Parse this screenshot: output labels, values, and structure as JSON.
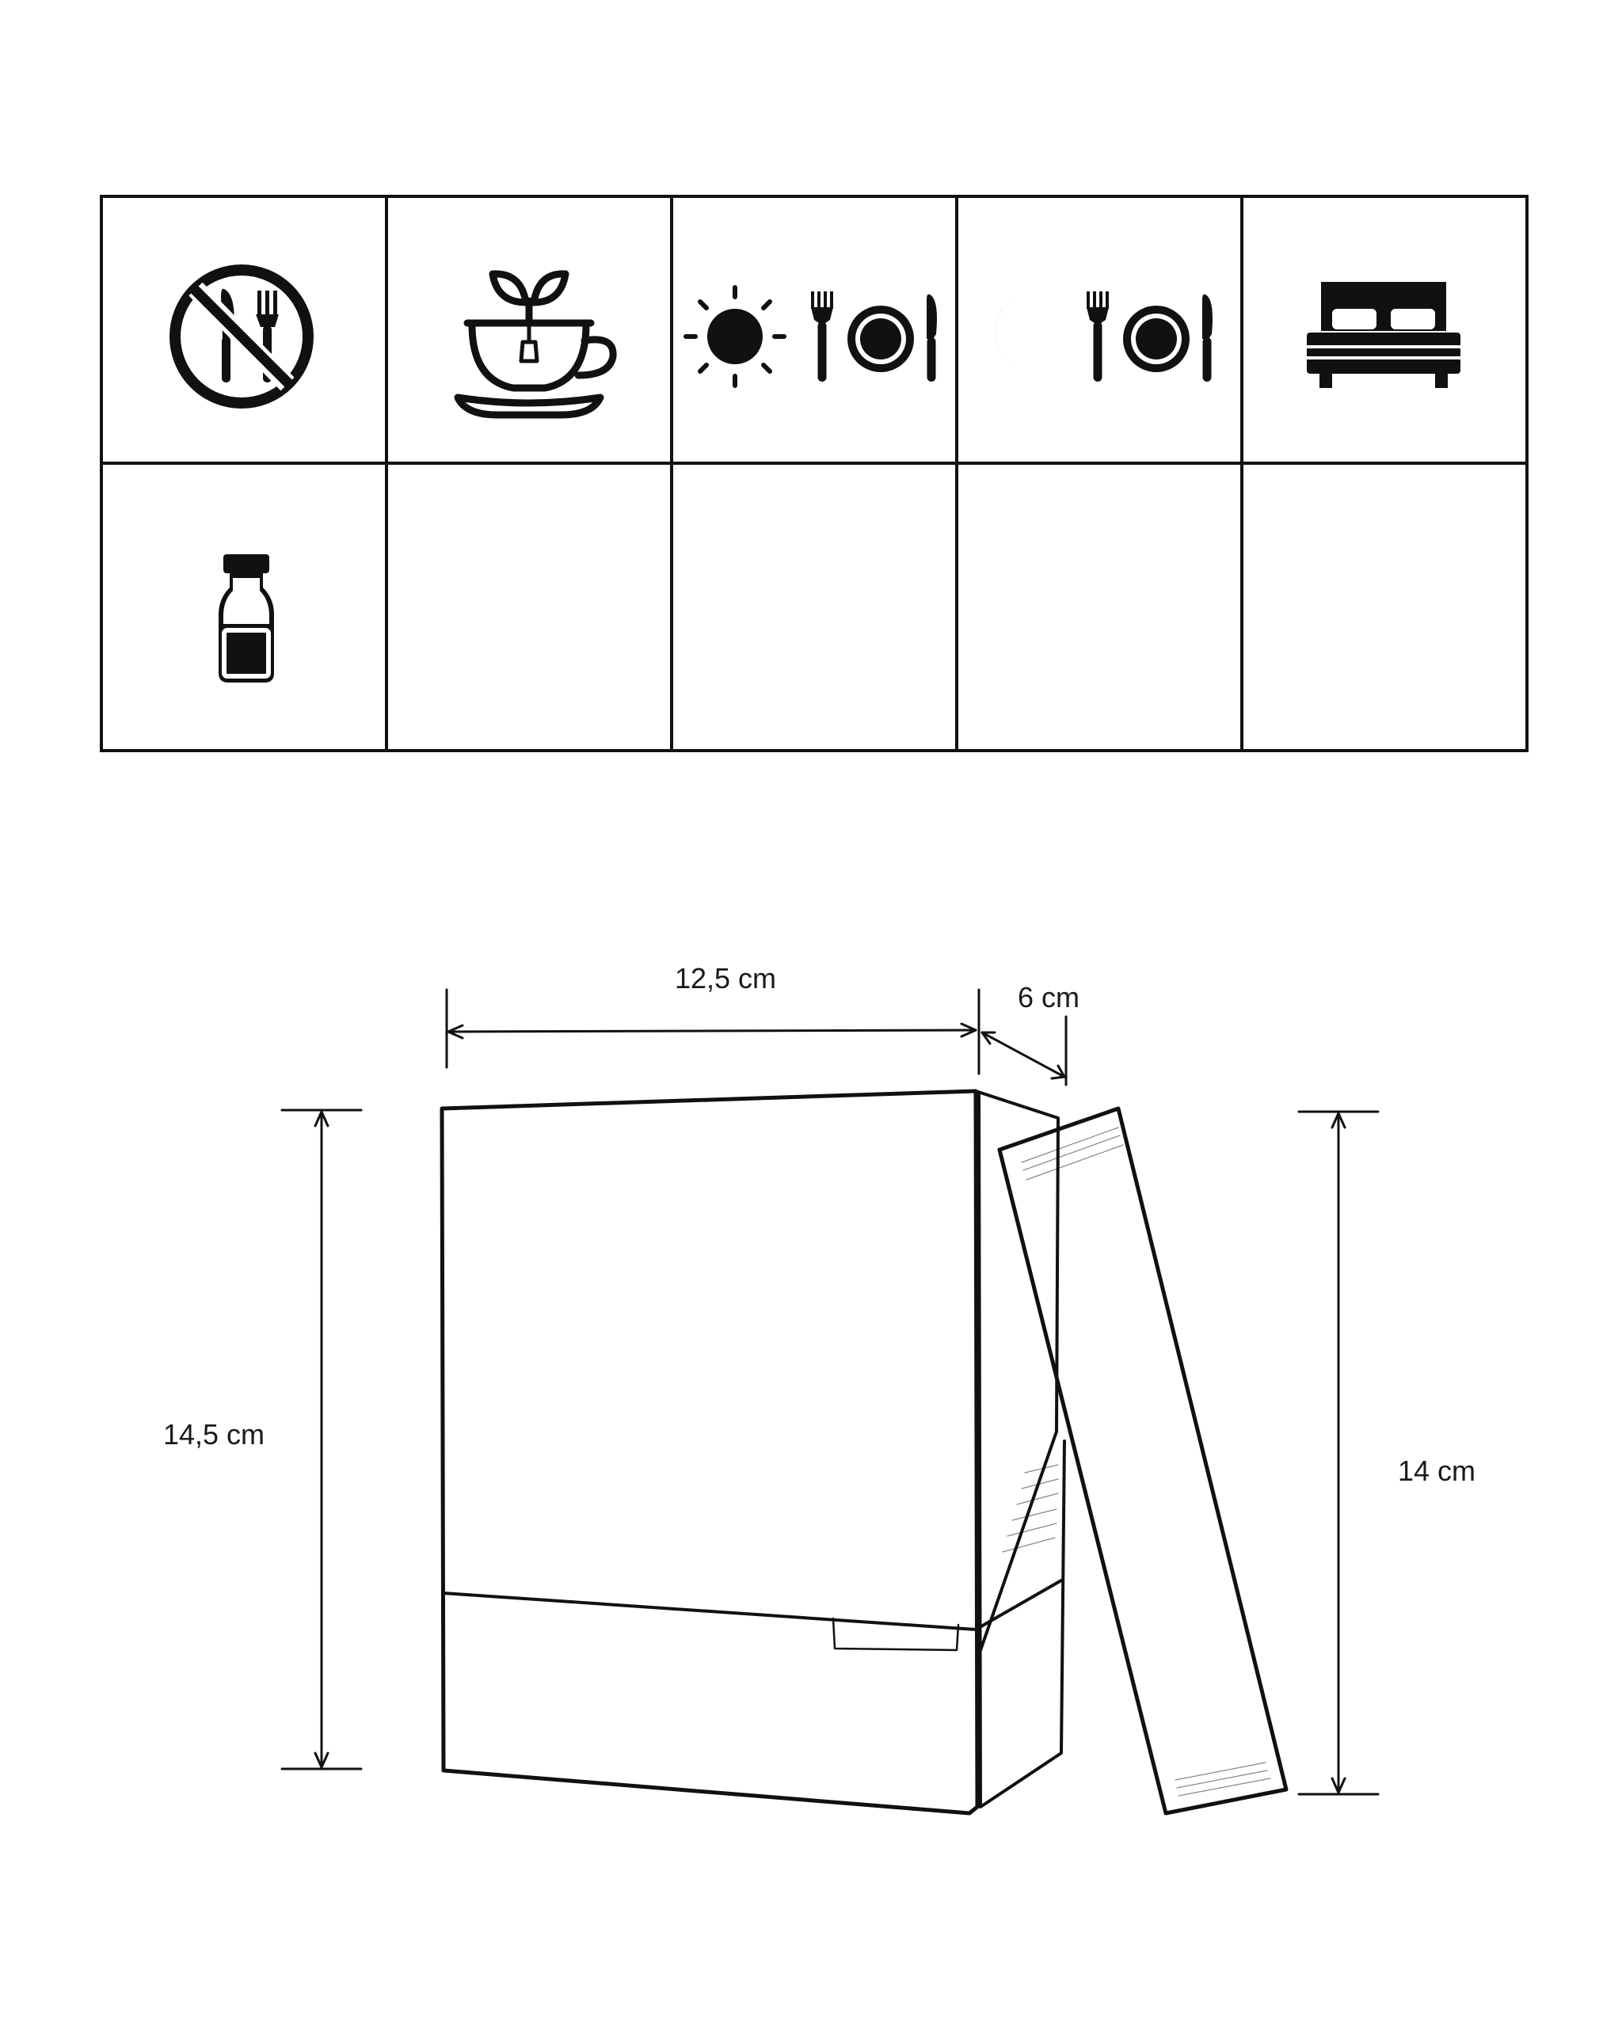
{
  "grid": {
    "rows": 2,
    "cols": 5,
    "cells": [
      {
        "icon": "no-eating-icon"
      },
      {
        "icon": "tea-cup-icon"
      },
      {
        "icon": "sun-meal-icon"
      },
      {
        "icon": "moon-meal-icon"
      },
      {
        "icon": "bed-icon"
      },
      {
        "icon": "bottle-icon"
      },
      {
        "icon": ""
      },
      {
        "icon": ""
      },
      {
        "icon": ""
      },
      {
        "icon": ""
      }
    ]
  },
  "dimensions": {
    "width": "12,5 cm",
    "depth": "6 cm",
    "box_height": "14,5 cm",
    "sachet_height": "14 cm"
  },
  "colors": {
    "ink": "#111111",
    "background": "#ffffff"
  }
}
